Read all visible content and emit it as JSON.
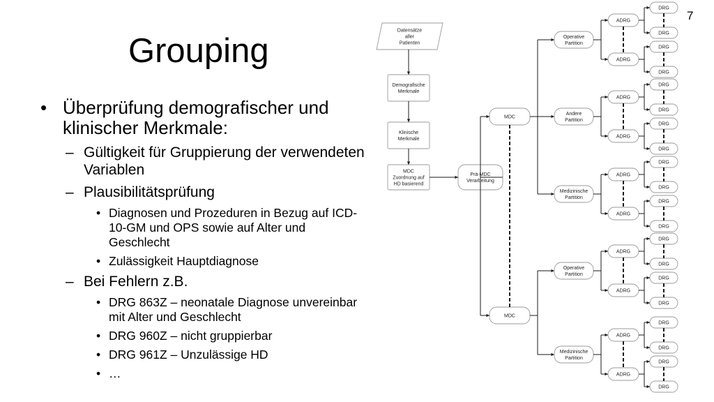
{
  "slide": {
    "number": "7",
    "title": "Grouping"
  },
  "bullets": [
    {
      "level": 1,
      "text": "Überprüfung demografischer und klinischer Merkmale:"
    },
    {
      "level": 2,
      "text": "Gültigkeit für Gruppierung der verwendeten Variablen"
    },
    {
      "level": 2,
      "text": "Plausibilitätsprüfung"
    },
    {
      "level": 3,
      "text": "Diagnosen und Prozeduren in Bezug auf ICD-10-GM und OPS sowie auf Alter und Geschlecht"
    },
    {
      "level": 3,
      "text": "Zulässigkeit Hauptdiagnose"
    },
    {
      "level": 2,
      "text": "Bei Fehlern z.B."
    },
    {
      "level": 3,
      "text": "DRG 863Z – neonatale Diagnose unvereinbar mit Alter und Geschlecht"
    },
    {
      "level": 3,
      "text": "DRG 960Z – nicht gruppierbar"
    },
    {
      "level": 3,
      "text": "DRG 961Z – Unzulässige HD"
    },
    {
      "level": 3,
      "text": "…"
    }
  ],
  "diagram": {
    "input": [
      "Datensätze",
      "aller",
      "Patienten"
    ],
    "demografisch": [
      "Demografische",
      "Merkmale"
    ],
    "klinisch": [
      "Klinische",
      "Merkmale"
    ],
    "mdc_zuordnung": [
      "MDC",
      "Zuordnung auf",
      "HD basierend"
    ],
    "prae_mdc": [
      "Prä-MDC",
      "Verarbeitung"
    ],
    "mdc_label": "MDC",
    "adrg_label": "ADRG",
    "drg_label": "DRG",
    "mdc_groups": [
      {
        "partitions": [
          [
            "Operative",
            "Partition"
          ],
          [
            "Andere",
            "Partition"
          ],
          [
            "Medizinische",
            "Partition"
          ]
        ]
      },
      {
        "partitions": [
          [
            "Operative",
            "Partition"
          ],
          [
            "Medizinische",
            "Partition"
          ]
        ]
      }
    ]
  }
}
